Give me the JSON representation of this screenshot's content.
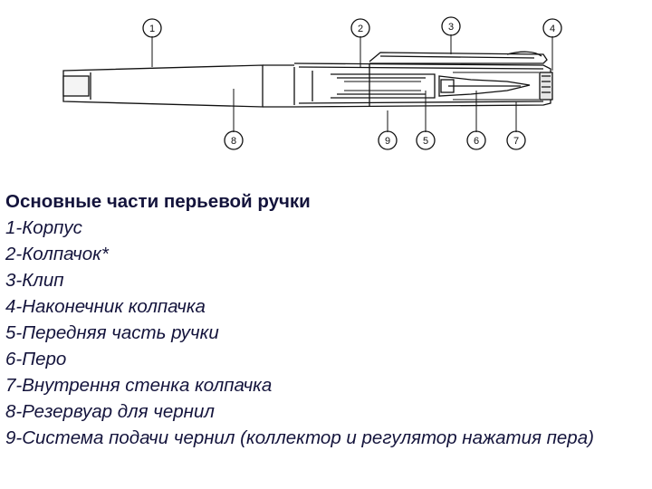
{
  "diagram": {
    "callouts": [
      "1",
      "2",
      "3",
      "4",
      "5",
      "6",
      "7",
      "8",
      "9"
    ]
  },
  "legend": {
    "title": "Основные части перьевой ручки",
    "items": [
      "1-Корпус",
      "2-Колпачок*",
      "3-Клип",
      "4-Наконечник колпачка",
      "5-Передняя часть ручки",
      "6-Перо",
      "7-Внутрення стенка колпачка",
      "8-Резервуар для чернил",
      "9-Система подачи чернил (коллектор и регулятор нажатия пера)"
    ]
  },
  "colors": {
    "text": "#14143c",
    "line": "#111111",
    "background": "#ffffff"
  }
}
